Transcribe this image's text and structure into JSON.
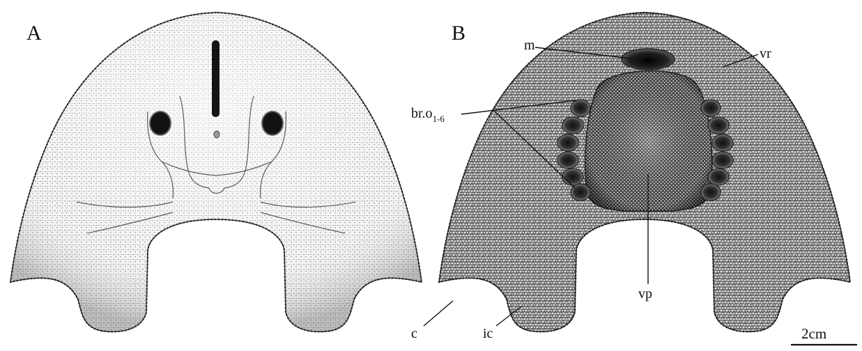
{
  "figure": {
    "panels": [
      {
        "letter": "A"
      },
      {
        "letter": "B"
      }
    ],
    "labels": {
      "m": "m",
      "vr": "vr",
      "br_main": "br.o",
      "br_sub": "1-6",
      "vp": "vp",
      "c": "c",
      "ic": "ic"
    },
    "scale_bar": {
      "label": "2cm"
    }
  }
}
